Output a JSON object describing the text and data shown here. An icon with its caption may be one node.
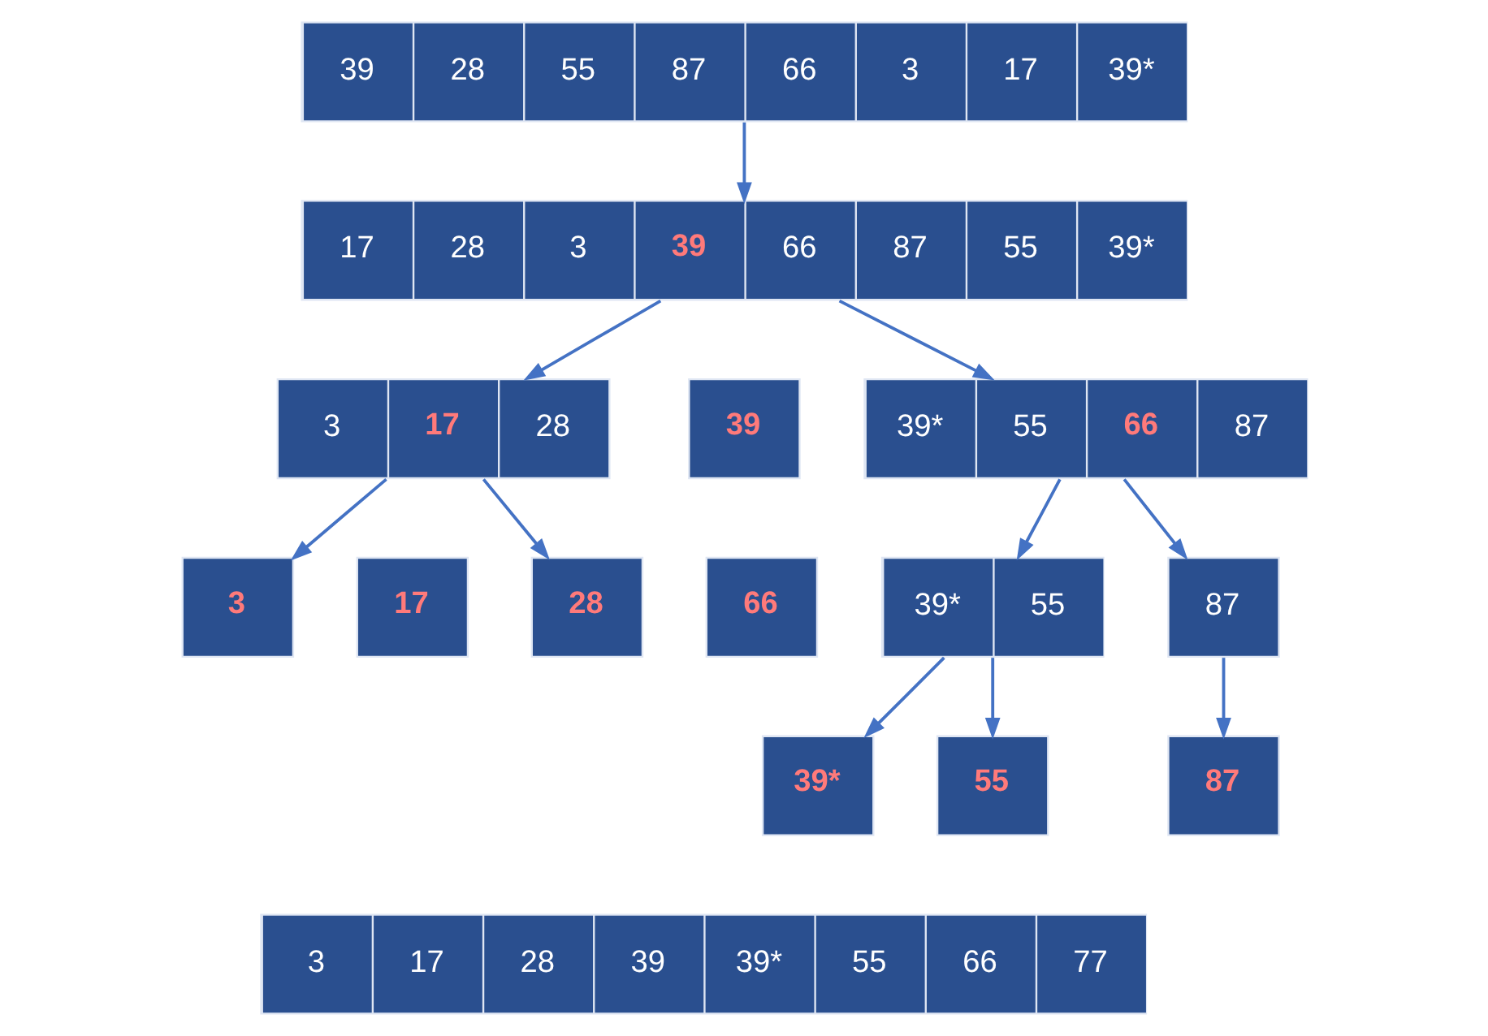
{
  "diagram": {
    "nodes": [
      {
        "text": [
          "39",
          "28",
          "55",
          "87",
          "66",
          "3",
          "17",
          "39*"
        ]
      },
      {
        "text": [
          "17",
          "28",
          "3",
          "39",
          "66",
          "87",
          "55",
          "39*"
        ]
      },
      {
        "text": [
          "3",
          "17",
          "28"
        ]
      },
      {
        "text": [
          "39"
        ]
      },
      {
        "text": [
          "39*",
          "55",
          "66",
          "87"
        ]
      },
      {
        "text": [
          "3"
        ]
      },
      {
        "text": [
          "17"
        ]
      },
      {
        "text": [
          "28"
        ]
      },
      {
        "text": [
          "39*",
          "55"
        ]
      },
      {
        "text": [
          "66"
        ]
      },
      {
        "text": [
          "87"
        ]
      },
      {
        "text": [
          "39*"
        ]
      },
      {
        "text": [
          "55"
        ]
      },
      {
        "text": [
          "87"
        ]
      },
      {
        "text": [
          "3",
          "17",
          "28",
          "39",
          "39*",
          "55",
          "66",
          "77"
        ]
      }
    ],
    "edges": [
      {
        "from": 0,
        "to": 1,
        "arrow": "to"
      },
      {
        "from": 1,
        "to": 2,
        "arrow": "to"
      },
      {
        "from": 1,
        "to": 4,
        "arrow": "to"
      },
      {
        "from": 2,
        "to": 5,
        "arrow": "to"
      },
      {
        "from": 2,
        "to": 7,
        "arrow": "to"
      },
      {
        "from": 4,
        "to": 8,
        "arrow": "to"
      },
      {
        "from": 4,
        "to": 10,
        "arrow": "to"
      },
      {
        "from": 8,
        "to": 11,
        "arrow": "to"
      },
      {
        "from": 8,
        "to": 12,
        "arrow": "to"
      },
      {
        "from": 10,
        "to": 13,
        "arrow": "to"
      }
    ]
  }
}
